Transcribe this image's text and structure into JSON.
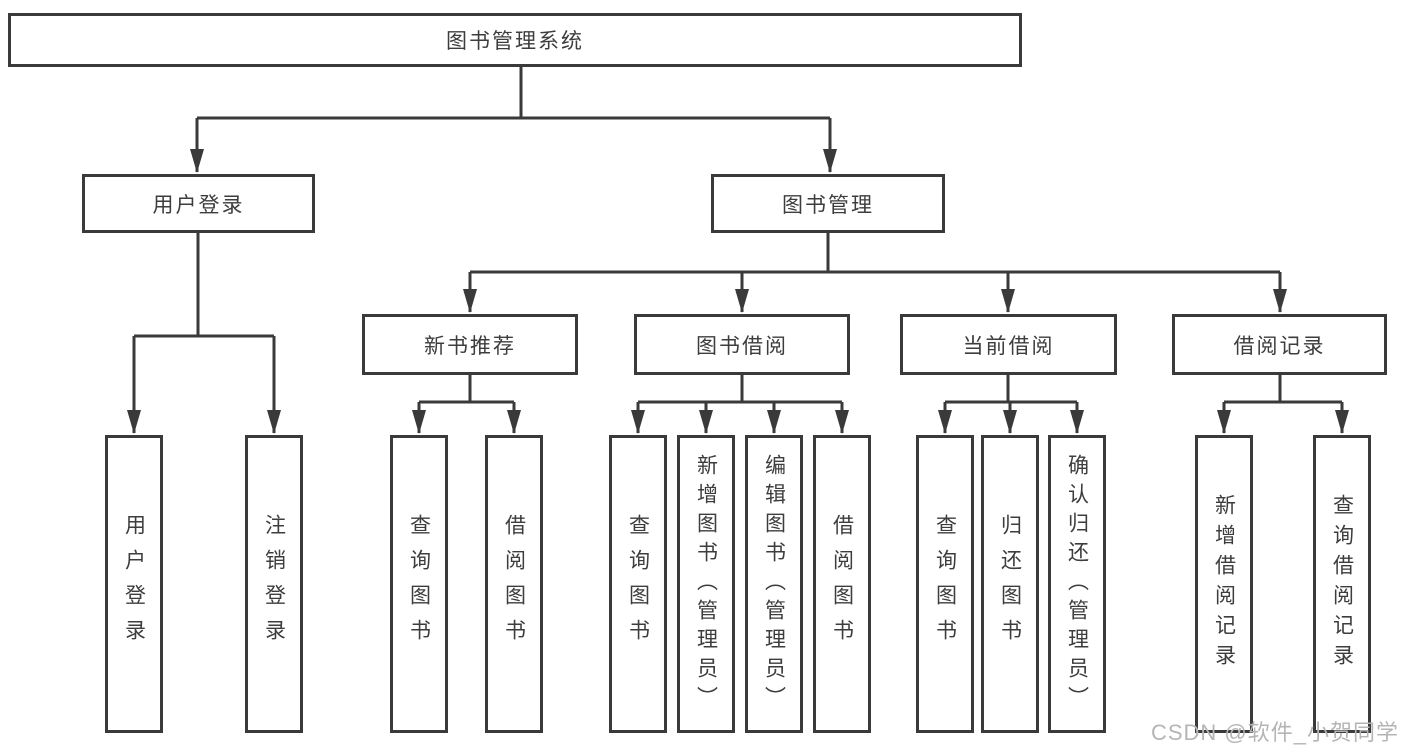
{
  "tree": {
    "root": "图书管理系统",
    "children": [
      {
        "label": "用户登录",
        "children": [
          "用户登录",
          "注销登录"
        ]
      },
      {
        "label": "图书管理",
        "children": [
          {
            "label": "新书推荐",
            "children": [
              "查询图书",
              "借阅图书"
            ]
          },
          {
            "label": "图书借阅",
            "children": [
              "查询图书",
              "新增图书（管理员）",
              "编辑图书（管理员）",
              "借阅图书"
            ]
          },
          {
            "label": "当前借阅",
            "children": [
              "查询图书",
              "归还图书",
              "确认归还（管理员）"
            ]
          },
          {
            "label": "借阅记录",
            "children": [
              "新增借阅记录",
              "查询借阅记录"
            ]
          }
        ]
      }
    ]
  },
  "watermark": {
    "text": "CSDN @软件_小贺同学"
  },
  "colors": {
    "line": "#3a3a3a",
    "text": "#3d3d3d",
    "watermark": "#b5b5b5",
    "background": "#ffffff"
  }
}
